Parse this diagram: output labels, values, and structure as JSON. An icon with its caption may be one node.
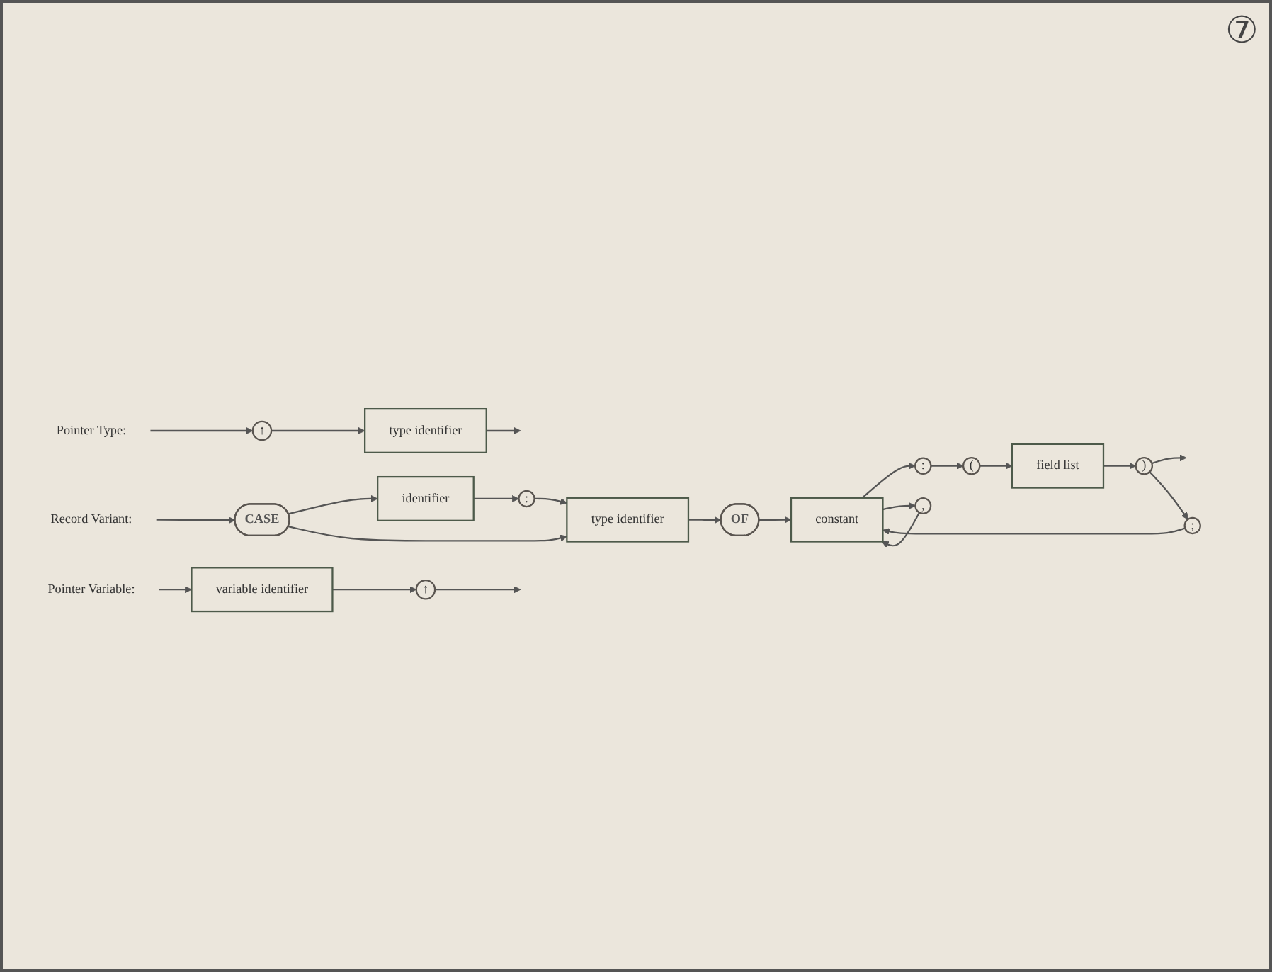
{
  "diagram": {
    "nodes": [
      {
        "text": [
          "Pointer Type:"
        ]
      },
      {
        "text": [
          "↑"
        ]
      },
      {
        "text": [
          "type identifier"
        ]
      },
      {
        "text": [
          "Pointer Variable:"
        ]
      },
      {
        "text": [
          "variable identifier"
        ]
      },
      {
        "text": [
          "↑"
        ]
      },
      {
        "text": [
          "Record Variant:"
        ]
      },
      {
        "text": [
          "CASE"
        ]
      },
      {
        "text": [
          "identifier"
        ]
      },
      {
        "text": [
          ":"
        ]
      },
      {
        "text": [
          "type identifier"
        ]
      },
      {
        "text": [
          "OF"
        ]
      },
      {
        "text": [
          "constant"
        ]
      },
      {
        "text": [
          ":"
        ]
      },
      {
        "text": [
          "("
        ]
      },
      {
        "text": [
          "field list"
        ]
      },
      {
        "text": [
          ")"
        ]
      },
      {
        "text": [
          ","
        ]
      },
      {
        "text": [
          ";"
        ]
      }
    ],
    "edges": [
      {
        "from": 0,
        "to": 1,
        "arrow": "to"
      },
      {
        "from": 1,
        "to": 2,
        "arrow": "to"
      },
      {
        "from": 2,
        "to": null,
        "arrow": "to"
      },
      {
        "from": 3,
        "to": 4,
        "arrow": "to"
      },
      {
        "from": 4,
        "to": 5,
        "arrow": "to"
      },
      {
        "from": 5,
        "to": null,
        "arrow": "to"
      },
      {
        "from": 6,
        "to": 7,
        "arrow": "to"
      },
      {
        "from": 7,
        "to": 8,
        "arrow": "to"
      },
      {
        "from": 8,
        "to": 9,
        "arrow": "to"
      },
      {
        "from": 9,
        "to": 10,
        "arrow": "to"
      },
      {
        "from": 7,
        "to": 10,
        "arrow": "to"
      },
      {
        "from": 10,
        "to": 11,
        "arrow": "to"
      },
      {
        "from": 11,
        "to": 12,
        "arrow": "to"
      },
      {
        "from": 12,
        "to": 13,
        "arrow": "to"
      },
      {
        "from": 12,
        "to": 17,
        "arrow": "to"
      },
      {
        "from": 17,
        "to": 12,
        "arrow": "to"
      },
      {
        "from": 13,
        "to": 14,
        "arrow": "to"
      },
      {
        "from": 14,
        "to": 15,
        "arrow": "to"
      },
      {
        "from": 15,
        "to": 16,
        "arrow": "to"
      },
      {
        "from": 16,
        "to": null,
        "arrow": "to"
      },
      {
        "from": 16,
        "to": 18,
        "arrow": "to"
      },
      {
        "from": 18,
        "to": 12,
        "arrow": "to"
      }
    ],
    "labels": [
      "⑦"
    ]
  }
}
